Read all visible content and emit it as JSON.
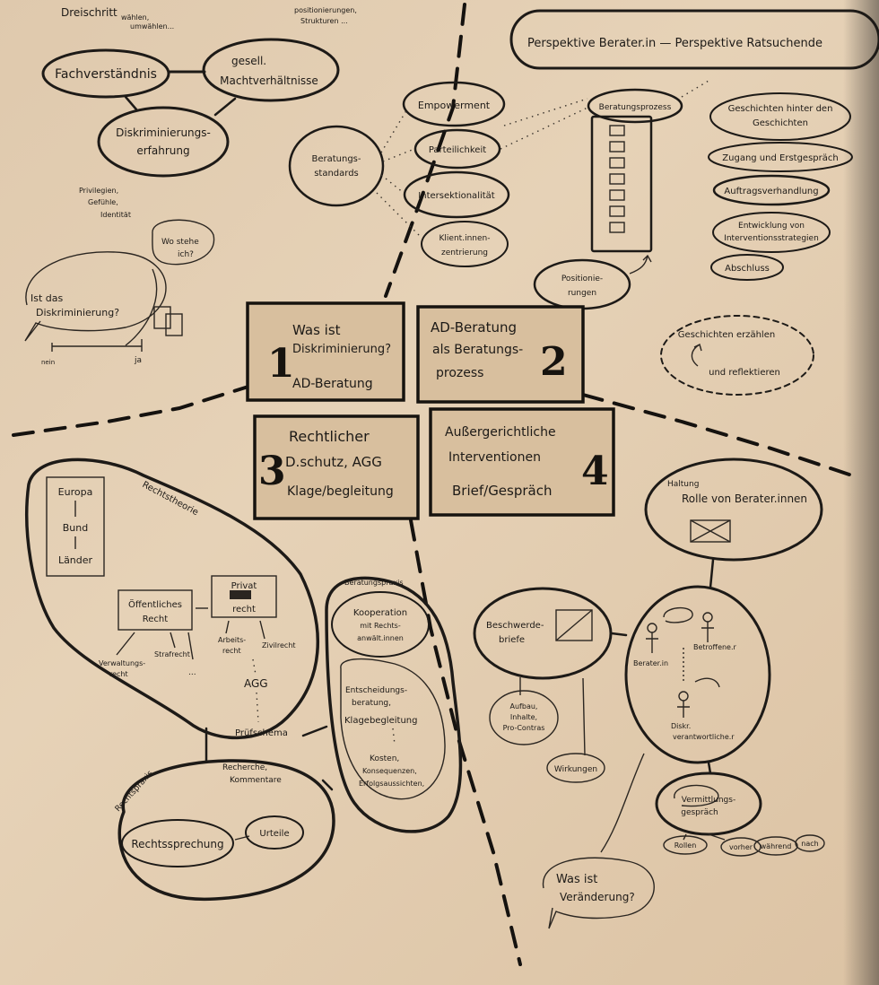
{
  "top_left": {
    "dreischritt": "Dreischritt",
    "wahlen": "wählen,",
    "wahlen2": "umwählen...",
    "positionierungen": "positionierungen,",
    "strukturen": "Strukturen ...",
    "fachverstandnis": "Fachverständnis",
    "gesell1": "gesell.",
    "gesell2": "Machtverhältnisse",
    "diskrim1": "Diskriminierungs-",
    "diskrim2": "erfahrung",
    "notes1": "Privilegien,",
    "notes2": "Gefühle,",
    "notes3": "Identität",
    "ist_das1": "Ist das",
    "ist_das2": "Diskriminierung?",
    "wo1": "Wo stehe",
    "wo2": "ich?",
    "nein": "nein",
    "ja": "ja"
  },
  "top_center": {
    "standards1": "Beratungs-",
    "standards2": "standards",
    "empowerment": "Empowerment",
    "parteilichkeit": "Parteilichkeit",
    "intersektionalitat": "Intersektionalität",
    "klient1": "Klient.innen-",
    "klient2": "zentrierung",
    "beratungsprozess": "Beratungsprozess",
    "position1": "Positionie-",
    "position2": "rungen"
  },
  "top_right": {
    "perspektive": "Perspektive Berater.in — Perspektive Ratsuchende",
    "geschichten1": "Geschichten hinter den",
    "geschichten2": "Geschichten",
    "zugang": "Zugang und Erstgespräch",
    "auftrag": "Auftragsverhandlung",
    "entw1": "Entwicklung von",
    "entw2": "Interventionsstrategien",
    "abschluss": "Abschluss",
    "erz1": "Geschichten erzählen",
    "erz2": "und reflektieren"
  },
  "boxes": [
    {
      "number": "1",
      "line1": "Was ist",
      "line2": "Diskriminierung?",
      "line3": "AD-Beratung"
    },
    {
      "number": "2",
      "line1": "AD-Beratung",
      "line2": "als Beratungs-",
      "line3": "prozess"
    },
    {
      "number": "3",
      "line1": "Rechtlicher",
      "line2": "D.schutz, AGG",
      "line3": "Klage/begleitung"
    },
    {
      "number": "4",
      "line1": "Außergerichtliche",
      "line2": "Interventionen",
      "line3": "Brief/Gespräch"
    }
  ],
  "bottom_left": {
    "rechtstheorie": "Rechtstheorie",
    "europa": "Europa",
    "bund": "Bund",
    "lander": "Länder",
    "offentlich1": "Öffentliches",
    "offentlich2": "Recht",
    "privat1": "Privat",
    "privat2": "recht",
    "verwaltung1": "Verwaltungs-",
    "verwaltung2": "recht",
    "strafrecht": "Strafrecht",
    "ellipsis": "...",
    "arbeit1": "Arbeits-",
    "arbeit2": "recht",
    "zivil": "Zivilrecht",
    "agg": "AGG",
    "prufschema": "Prüfschema",
    "recherche1": "Recherche,",
    "recherche2": "Kommentare",
    "rechtspraxis": "Rechtspraxis",
    "rechtsprechung": "Rechtssprechung",
    "urteile": "Urteile",
    "beratungspraxis": "Beratungspraxis",
    "koop1": "Kooperation",
    "koop2": "mit Rechts-",
    "koop3": "anwält.innen",
    "entsch1": "Entscheidungs-",
    "entsch2": "beratung,",
    "entsch3": "Klagebegleitung",
    "kosten1": "Kosten,",
    "kosten2": "Konsequenzen,",
    "kosten3": "Erfolgsaussichten,"
  },
  "bottom_right": {
    "haltung": "Haltung",
    "rolle": "Rolle von Berater.innen",
    "beschwerde1": "Beschwerde-",
    "beschwerde2": "briefe",
    "aufbau1": "Aufbau,",
    "aufbau2": "Inhalte,",
    "aufbau3": "Pro-Contras",
    "wirkungen": "Wirkungen",
    "beraterin": "Berater.in",
    "betroffene": "Betroffene.r",
    "diskr1": "Diskr.",
    "diskr2": "verantwortliche.r",
    "vermittlung1": "Vermittlungs-",
    "vermittlung2": "gespräch",
    "rollen": "Rollen",
    "vorher": "vorher",
    "wahrend": "während",
    "nach": "nach",
    "was_ist1": "Was ist",
    "was_ist2": "Veränderung?"
  },
  "colors": {
    "paper": "#e2cdb1",
    "ink": "#1d1a17",
    "board": "#6a6660"
  }
}
